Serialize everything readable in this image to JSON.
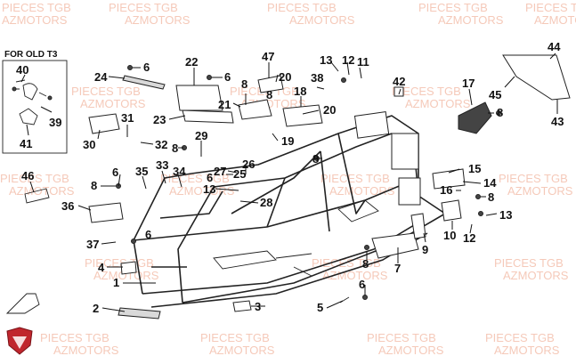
{
  "watermark": {
    "line1": "PIECES TGB",
    "line2": "AZMOTORS"
  },
  "inset": {
    "title": "FOR OLD T3"
  },
  "parts": [
    "1",
    "2",
    "3",
    "4",
    "5",
    "6",
    "7",
    "8",
    "9",
    "10",
    "11",
    "12",
    "13",
    "14",
    "15",
    "16",
    "17",
    "18",
    "19",
    "20",
    "21",
    "22",
    "23",
    "24",
    "25",
    "26",
    "27",
    "28",
    "29",
    "30",
    "31",
    "32",
    "33",
    "34",
    "35",
    "36",
    "37",
    "38",
    "39",
    "40",
    "41",
    "42",
    "43",
    "44",
    "45",
    "46",
    "47"
  ],
  "brand_logo": "shield-logo",
  "colors": {
    "watermark": "#f2b8a2",
    "logo": "#c0262d",
    "line": "#111111"
  }
}
